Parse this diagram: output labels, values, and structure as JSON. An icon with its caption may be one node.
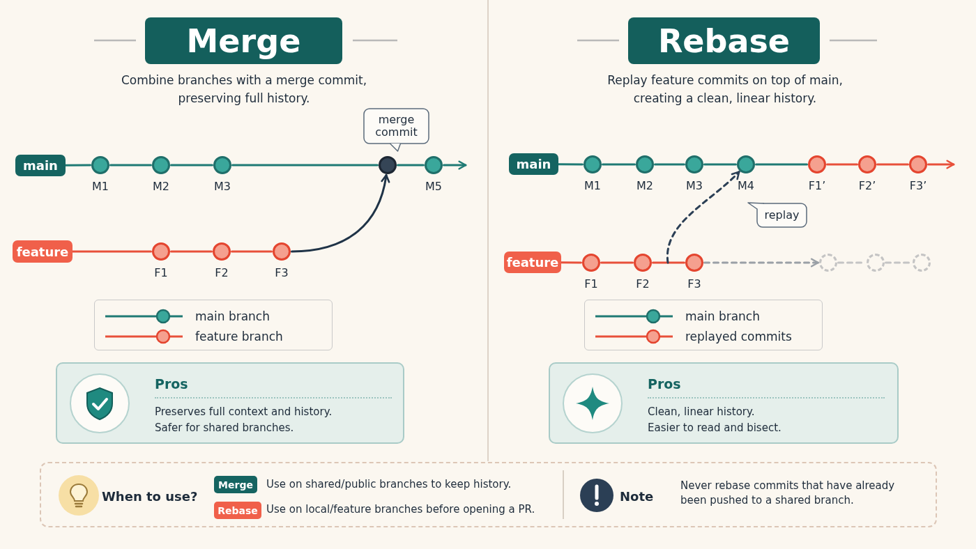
{
  "diagram": {
    "nodes": [
      {
        "text": [
          "Merge"
        ],
        "beside": [
          "Combine branches with a merge commit, preserving full history."
        ]
      },
      {
        "text": [
          "Rebase"
        ],
        "beside": [
          "Replay feature commits on top of main, creating a clean, linear history."
        ]
      },
      {
        "text": [
          "main"
        ]
      },
      {
        "text": [],
        "shape": "circle",
        "beside": [
          "M1"
        ]
      },
      {
        "text": [],
        "shape": "circle",
        "beside": [
          "M2"
        ]
      },
      {
        "text": [],
        "shape": "circle",
        "beside": [
          "M3"
        ]
      },
      {
        "text": [],
        "shape": "circle"
      },
      {
        "text": [],
        "shape": "circle",
        "beside": [
          "M5"
        ]
      },
      {
        "text": [
          "merge commit"
        ]
      },
      {
        "text": [
          "feature"
        ]
      },
      {
        "text": [],
        "shape": "circle",
        "beside": [
          "F1"
        ]
      },
      {
        "text": [],
        "shape": "circle",
        "beside": [
          "F2"
        ]
      },
      {
        "text": [],
        "shape": "circle",
        "beside": [
          "F3"
        ]
      },
      {
        "text": [
          "main"
        ]
      },
      {
        "text": [],
        "shape": "circle",
        "beside": [
          "M1"
        ]
      },
      {
        "text": [],
        "shape": "circle",
        "beside": [
          "M2"
        ]
      },
      {
        "text": [],
        "shape": "circle",
        "beside": [
          "M3"
        ]
      },
      {
        "text": [],
        "shape": "circle",
        "beside": [
          "M4"
        ]
      },
      {
        "text": [],
        "shape": "circle",
        "beside": [
          "F1’"
        ]
      },
      {
        "text": [],
        "shape": "circle",
        "beside": [
          "F2’"
        ]
      },
      {
        "text": [],
        "shape": "circle",
        "beside": [
          "F3’"
        ]
      },
      {
        "text": [
          "replay"
        ]
      },
      {
        "text": [
          "feature"
        ]
      },
      {
        "text": [],
        "shape": "circle",
        "beside": [
          "F1"
        ]
      },
      {
        "text": [],
        "shape": "circle",
        "beside": [
          "F2"
        ]
      },
      {
        "text": [],
        "shape": "circle",
        "beside": [
          "F3"
        ]
      },
      {
        "text": [],
        "shape": "circle"
      },
      {
        "text": [],
        "shape": "circle"
      },
      {
        "text": [],
        "shape": "circle"
      },
      {
        "text": [
          "Pros",
          "Preserves full context and history.",
          "Safer for shared branches."
        ]
      },
      {
        "text": [
          "Pros",
          "Clean, linear history.",
          "Easier to read and bisect."
        ]
      },
      {
        "text": [
          "When to use?",
          "Use on shared/public branches to keep history.",
          "Use on local/feature branches before opening a PR.",
          "Note",
          "Never rebase commits that have already been pushed to a shared branch."
        ]
      },
      {
        "text": [
          "Merge"
        ],
        "in": 31
      },
      {
        "text": [
          "Rebase"
        ],
        "in": 31
      }
    ],
    "edges": [
      {
        "from": 2,
        "to": 3,
        "arrow": "none"
      },
      {
        "from": 3,
        "to": 4,
        "arrow": "none"
      },
      {
        "from": 4,
        "to": 5,
        "arrow": "none"
      },
      {
        "from": 5,
        "to": 6,
        "arrow": "none"
      },
      {
        "from": 6,
        "to": 7,
        "arrow": "none"
      },
      {
        "from": 7,
        "to": null,
        "arrow": "to"
      },
      {
        "from": 9,
        "to": 10,
        "arrow": "none",
        "color": "#e8503a"
      },
      {
        "from": 10,
        "to": 11,
        "arrow": "none",
        "color": "#e8503a"
      },
      {
        "from": 11,
        "to": 12,
        "arrow": "none",
        "color": "#e8503a"
      },
      {
        "from": 12,
        "to": 6,
        "arrow": "to",
        "color": "#1f3347"
      },
      {
        "from": 13,
        "to": 14,
        "arrow": "none"
      },
      {
        "from": 14,
        "to": 15,
        "arrow": "none"
      },
      {
        "from": 15,
        "to": 16,
        "arrow": "none"
      },
      {
        "from": 16,
        "to": 17,
        "arrow": "none"
      },
      {
        "from": 17,
        "to": 18,
        "arrow": "none"
      },
      {
        "from": 18,
        "to": 19,
        "arrow": "none",
        "color": "#e8503a"
      },
      {
        "from": 19,
        "to": 20,
        "arrow": "none",
        "color": "#e8503a"
      },
      {
        "from": 20,
        "to": null,
        "arrow": "to",
        "color": "#e8503a"
      },
      {
        "from": 22,
        "to": 23,
        "arrow": "none",
        "color": "#e8503a"
      },
      {
        "from": 23,
        "to": 24,
        "arrow": "none",
        "color": "#e8503a"
      },
      {
        "from": 24,
        "to": 25,
        "arrow": "none",
        "color": "#e8503a"
      },
      {
        "from": 25,
        "to": 26,
        "arrow": "to",
        "style": "dashed",
        "color": "#9aa0a6"
      },
      {
        "from": 26,
        "to": 27,
        "arrow": "none",
        "style": "dashed",
        "color": "#c4c4c4"
      },
      {
        "from": 27,
        "to": 28,
        "arrow": "none",
        "style": "dashed",
        "color": "#c4c4c4"
      },
      {
        "from": null,
        "to": 17,
        "arrow": "to",
        "style": "dashed",
        "color": "#2b3f55"
      }
    ],
    "legend": [
      {
        "text": "main branch"
      },
      {
        "text": "feature branch"
      },
      {
        "text": "main branch"
      },
      {
        "text": "replayed commits"
      }
    ]
  }
}
